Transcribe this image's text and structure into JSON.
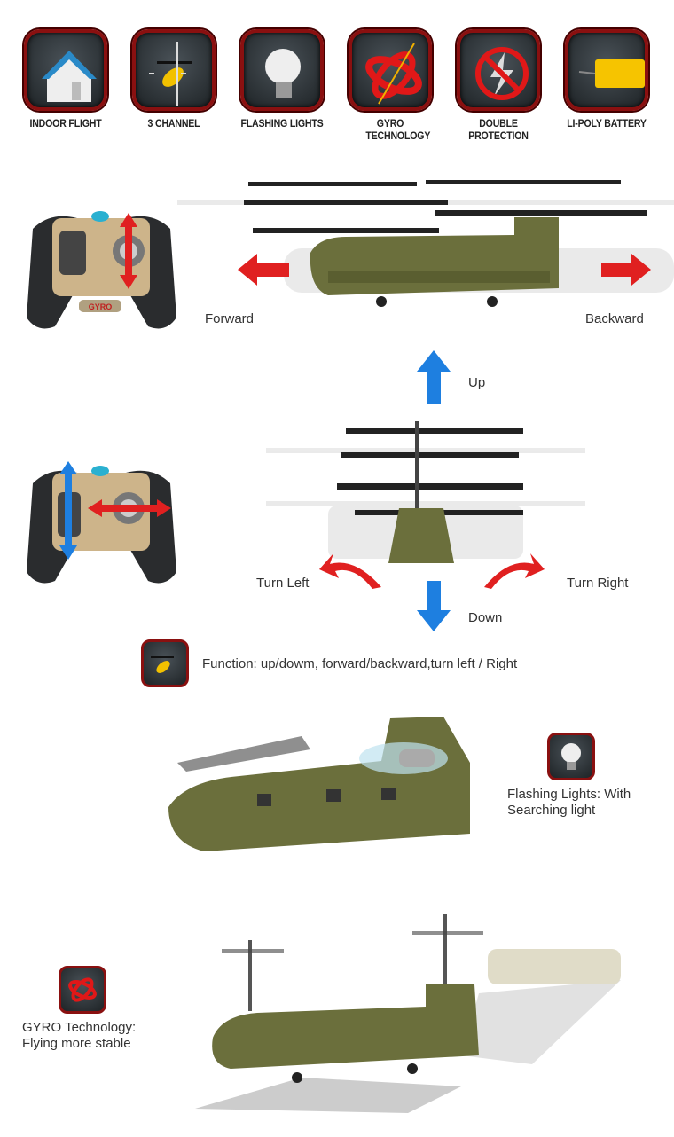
{
  "features": [
    {
      "label": "INDOOR FLIGHT",
      "icon": "house-icon"
    },
    {
      "label": "3 CHANNEL",
      "icon": "helicopter-icon"
    },
    {
      "label": "FLASHING LIGHTS",
      "icon": "light-bulb-icon"
    },
    {
      "label": "GYRO TECHNOLOGY",
      "icon": "gyro-icon"
    },
    {
      "label": "DOUBLE PROTECTION",
      "icon": "no-lightning-icon"
    },
    {
      "label": "LI-POLY BATTERY",
      "icon": "battery-icon"
    }
  ],
  "directions": {
    "forward": "Forward",
    "backward": "Backward",
    "up": "Up",
    "down": "Down",
    "turn_left": "Turn Left",
    "turn_right": "Turn Right"
  },
  "remote_label": "GYRO",
  "function_text": "Function: up/dowm, forward/backward,turn left / Right",
  "lights_text": [
    "Flashing Lights: With",
    "Searching light"
  ],
  "gyro_text": [
    "GYRO Technology:",
    "Flying more stable"
  ],
  "colors": {
    "red_arrow": "#e02020",
    "blue_arrow": "#1e7fe0",
    "heli_green": "#6b6f3c",
    "icon_border": "#8a1010"
  }
}
